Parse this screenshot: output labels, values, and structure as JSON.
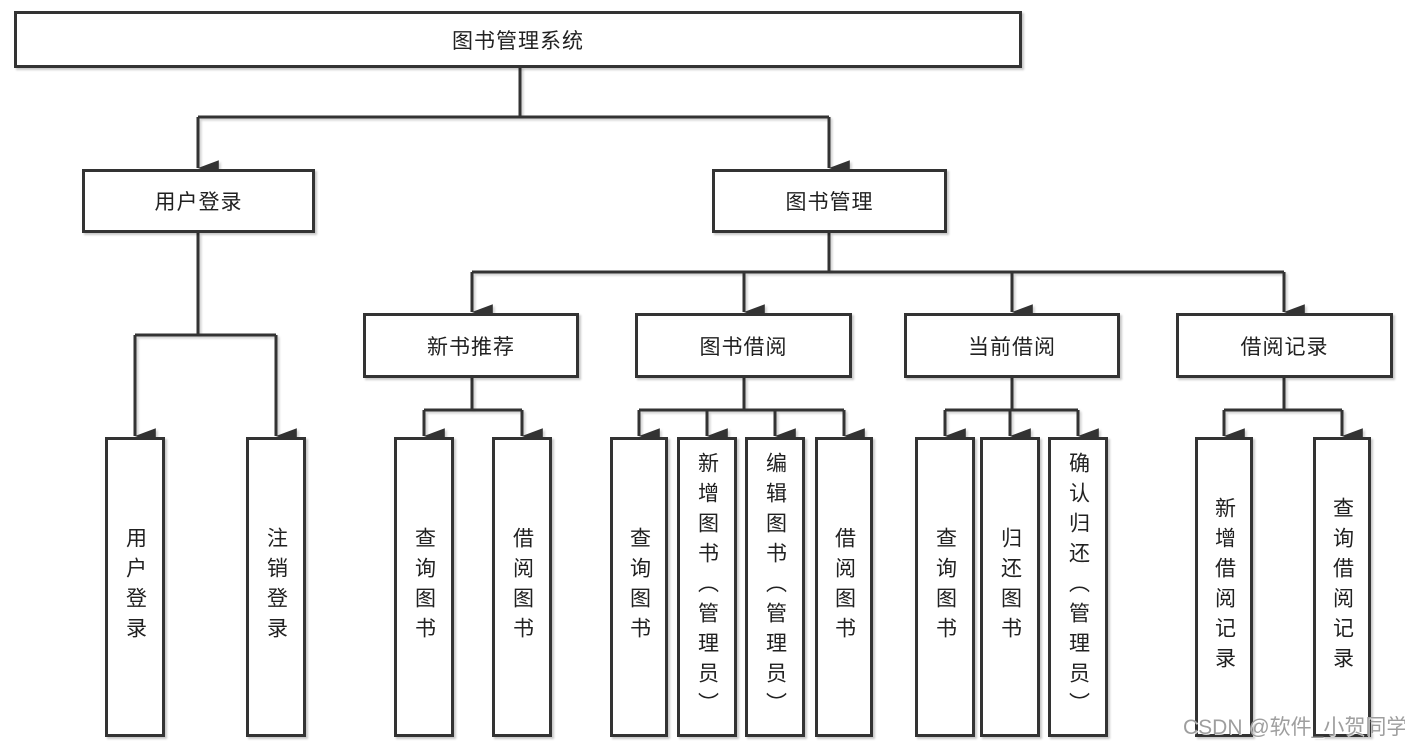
{
  "colors": {
    "line": "#333333",
    "text": "#212121",
    "background": "#ffffff",
    "watermark": "#9e9e9e"
  },
  "watermark": {
    "text": "CSDN @软件_小贺同学"
  },
  "tree": {
    "root": {
      "label": "图书管理系统"
    },
    "user_login": {
      "label": "用户登录",
      "children": [
        {
          "label": "用户登录"
        },
        {
          "label": "注销登录"
        }
      ]
    },
    "book_mgmt": {
      "label": "图书管理",
      "groups": [
        {
          "label": "新书推荐",
          "children": [
            {
              "label": "查询图书"
            },
            {
              "label": "借阅图书"
            }
          ]
        },
        {
          "label": "图书借阅",
          "children": [
            {
              "label": "查询图书"
            },
            {
              "label": "新增图书（管理员）"
            },
            {
              "label": "编辑图书（管理员）"
            },
            {
              "label": "借阅图书"
            }
          ]
        },
        {
          "label": "当前借阅",
          "children": [
            {
              "label": "查询图书"
            },
            {
              "label": "归还图书"
            },
            {
              "label": "确认归还（管理员）"
            }
          ]
        },
        {
          "label": "借阅记录",
          "children": [
            {
              "label": "新增借阅记录"
            },
            {
              "label": "查询借阅记录"
            }
          ]
        }
      ]
    }
  }
}
